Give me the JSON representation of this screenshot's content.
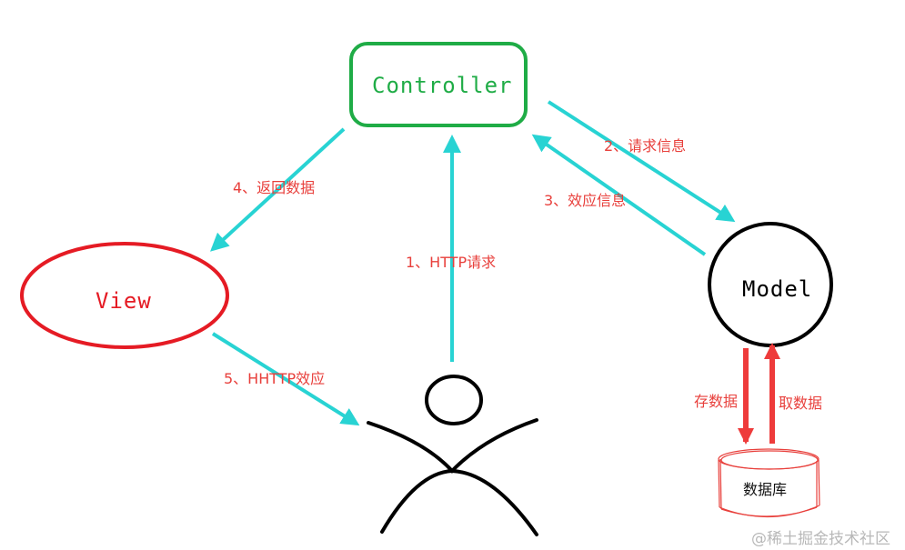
{
  "nodes": {
    "controller": {
      "label": "Controller",
      "color": "#1fac46"
    },
    "view": {
      "label": "View",
      "color": "#e51b24"
    },
    "model": {
      "label": "Model",
      "color": "#000000"
    },
    "database": {
      "label": "数据库",
      "color": "#e8403c"
    }
  },
  "edges": {
    "http_request": "1、HTTP请求",
    "request_info": "2、请求信息",
    "response_info": "3、效应信息",
    "return_data": "4、返回数据",
    "http_response": "5、HHTTP效应",
    "store_data": "存数据",
    "fetch_data": "取数据"
  },
  "colors": {
    "arrow_primary": "#28d3d3",
    "arrow_db": "#ee3b3b",
    "edge_text": "#e8403c",
    "user_figure": "#000000"
  },
  "watermark": "@稀土掘金技术社区"
}
